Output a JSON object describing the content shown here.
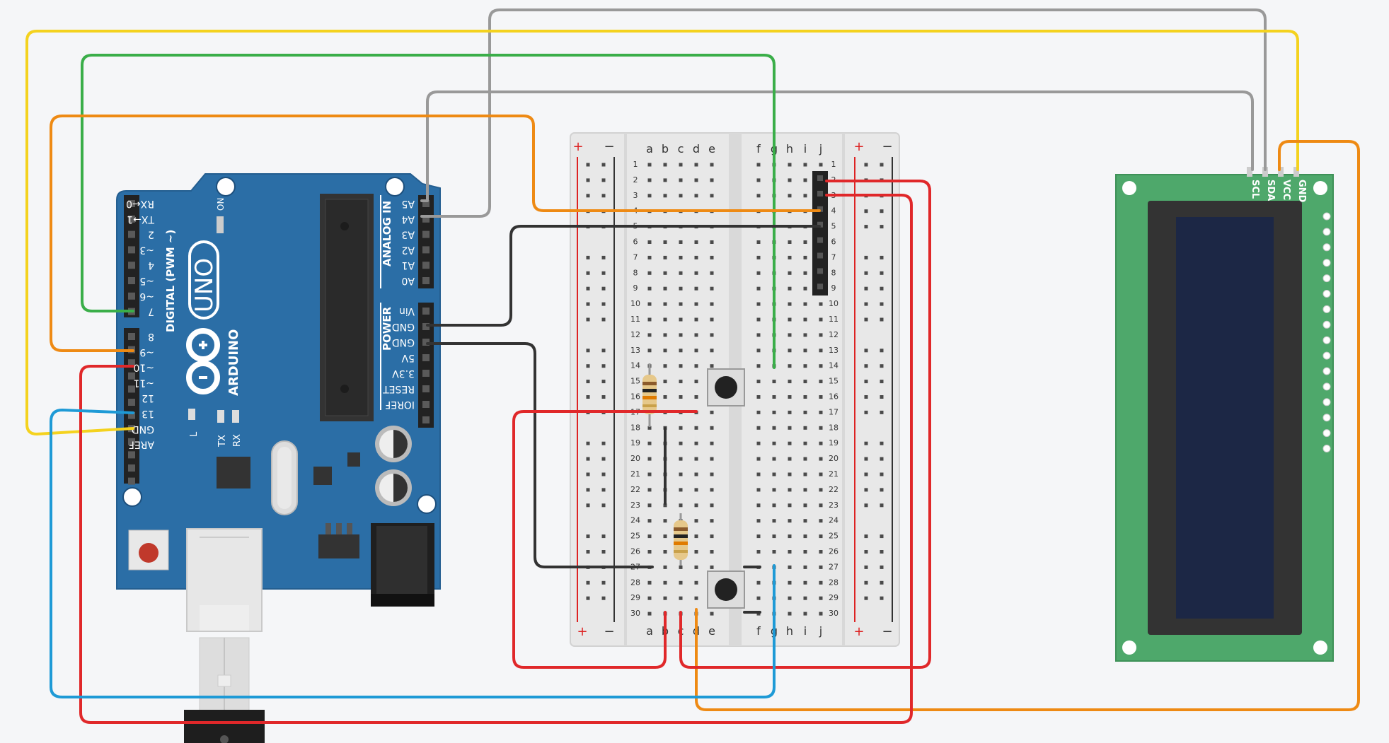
{
  "colors": {
    "background": "#f5f6f8",
    "arduino_board": "#2b6ea6",
    "breadboard": "#e6e6e6",
    "lcd_pcb": "#4ea86b",
    "lcd_screen": "#1c2745",
    "wire_yellow": "#f4d21f",
    "wire_green": "#3aae49",
    "wire_orange": "#ee8a14",
    "wire_gray": "#999999",
    "wire_black": "#333333",
    "wire_red": "#e0282a",
    "wire_blue": "#1e9ad6"
  },
  "arduino": {
    "brand": "ARDUINO",
    "model": "UNO",
    "on_label": "ON",
    "digital_header_label": "DIGITAL (PWM ~)",
    "analog_header_label": "ANALOG IN",
    "power_header_label": "POWER",
    "led_labels": [
      "L",
      "TX",
      "RX"
    ],
    "digital_pins_upper": [
      "RX←0",
      "TX→1",
      "2",
      "~3",
      "4",
      "~5",
      "~6",
      "7"
    ],
    "digital_pins_lower": [
      "8",
      "~9",
      "~10",
      "~11",
      "12",
      "13",
      "GND",
      "AREF"
    ],
    "analog_pins": [
      "A5",
      "A4",
      "A3",
      "A2",
      "A1",
      "A0"
    ],
    "power_pins": [
      "Vin",
      "GND",
      "GND",
      "5V",
      "3.3V",
      "RESET",
      "IOREF"
    ]
  },
  "breadboard": {
    "column_labels_left": [
      "a",
      "b",
      "c",
      "d",
      "e"
    ],
    "column_labels_right": [
      "f",
      "g",
      "h",
      "i",
      "j"
    ],
    "row_count": 30,
    "rail_plus": "+",
    "rail_minus": "−"
  },
  "lcd": {
    "pin_labels": [
      "SCL",
      "SDA",
      "VCC",
      "GND"
    ]
  }
}
